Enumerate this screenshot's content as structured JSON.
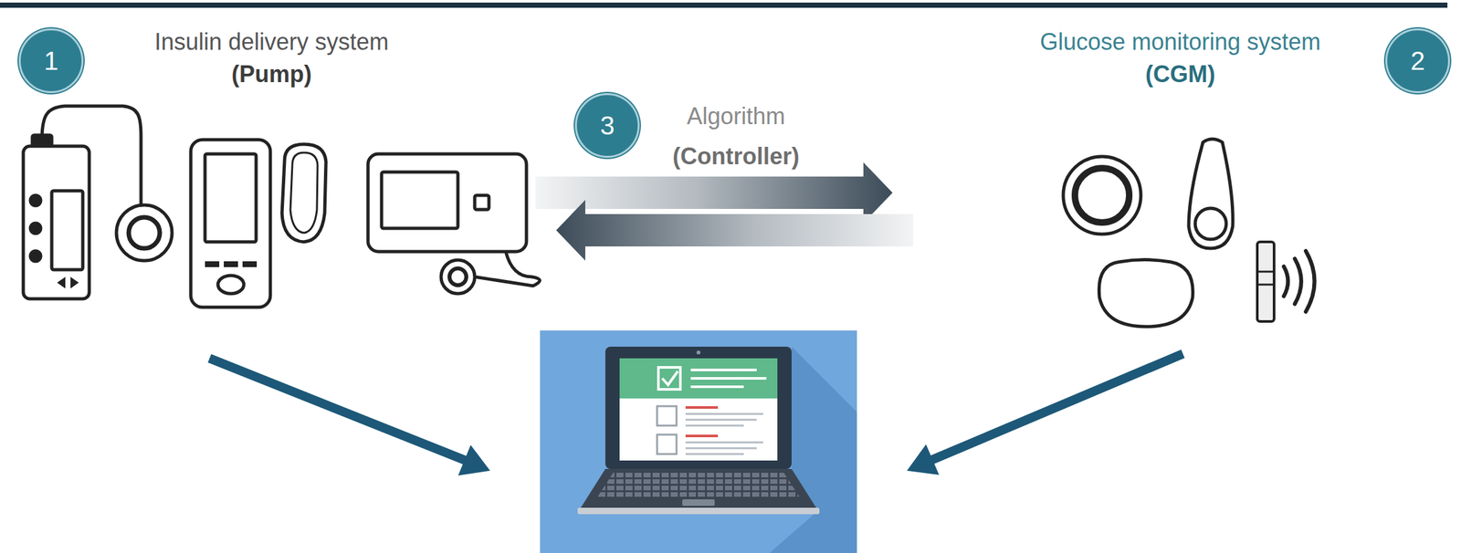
{
  "diagram": {
    "nodes": [
      {
        "text": [
          "Insulin delivery system",
          "(Pump)"
        ]
      },
      {
        "text": [
          "Glucose monitoring system",
          "(CGM)"
        ]
      }
    ],
    "edges": [
      {
        "from": 0,
        "to": 1,
        "arrow": "to"
      },
      {
        "from": 1,
        "to": 0,
        "arrow": "to"
      }
    ],
    "labels": [
      "1",
      "2",
      "3",
      "Algorithm",
      "(Controller)"
    ]
  }
}
